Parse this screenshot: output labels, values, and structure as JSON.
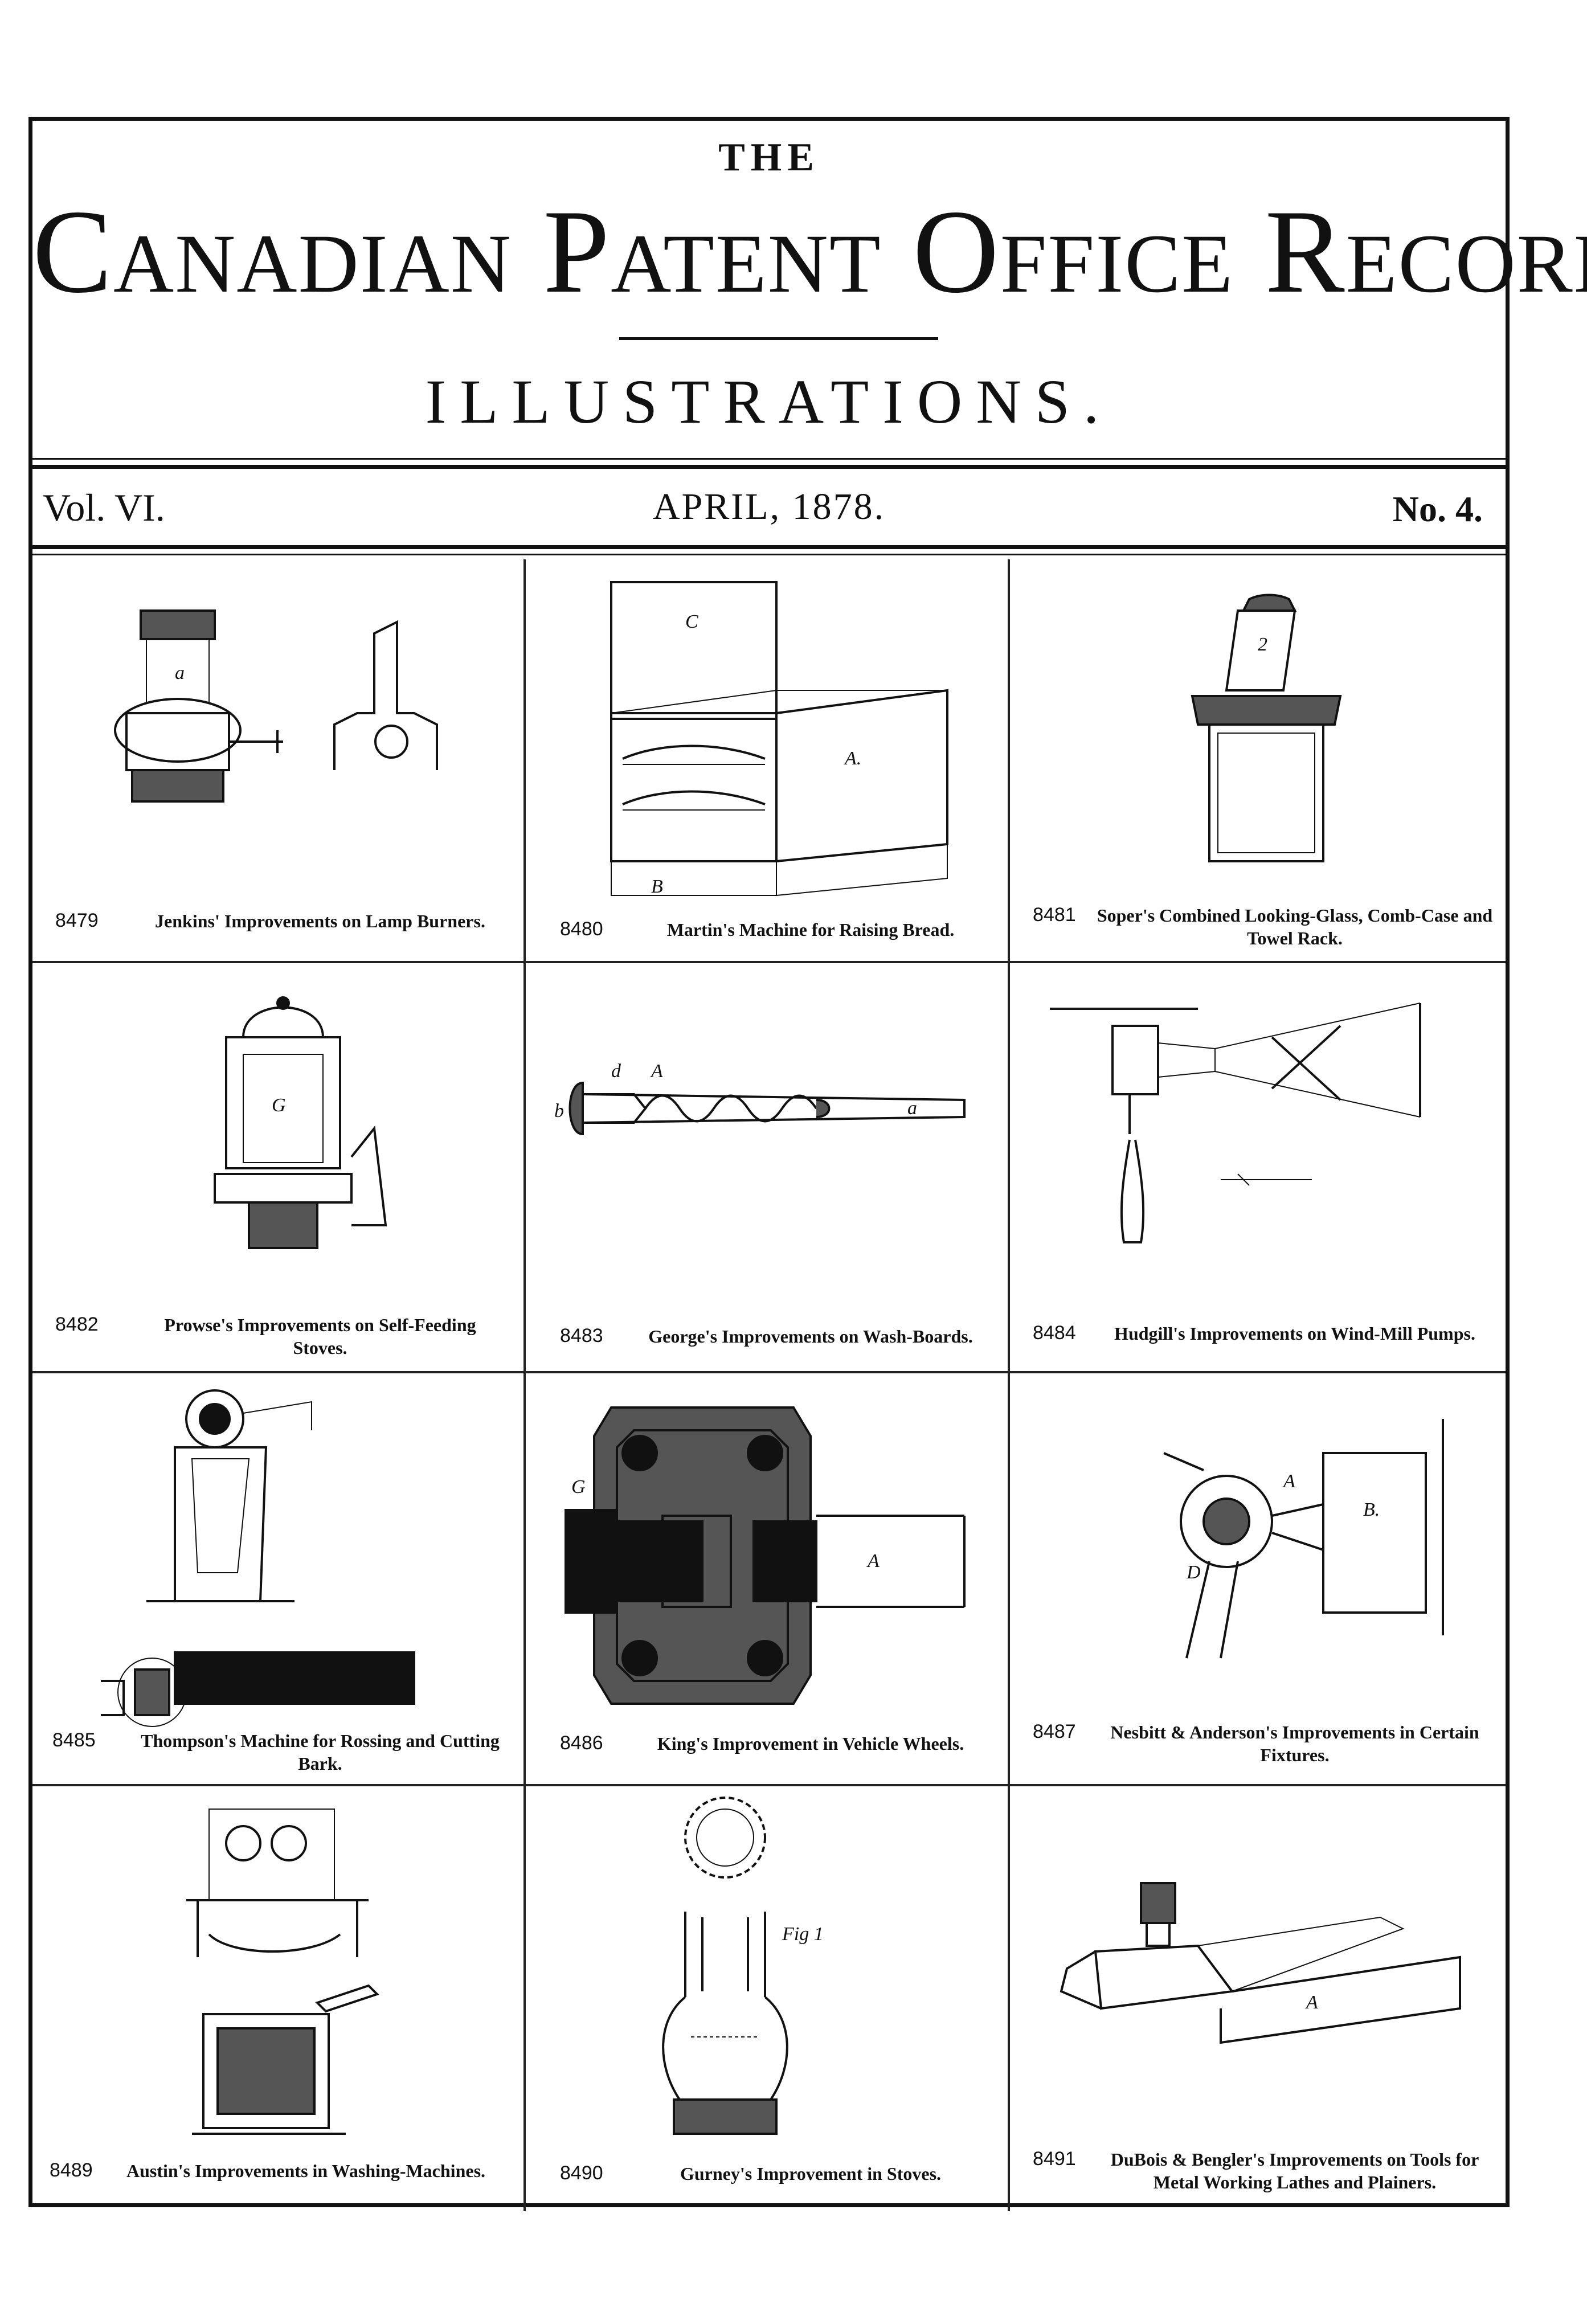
{
  "header": {
    "the": "THE",
    "title": "Canadian Patent Office Record.",
    "subtitle": "ILLUSTRATIONS."
  },
  "issue": {
    "volume": "Vol. VI.",
    "date": "APRIL, 1878.",
    "number": "No. 4."
  },
  "patents": [
    {
      "number": "8479",
      "caption": "Jenkins' Improvements on Lamp Burners."
    },
    {
      "number": "8480",
      "caption": "Martin's Machine for Raising Bread."
    },
    {
      "number": "8481",
      "caption": "Soper's Combined Looking-Glass, Comb-Case and Towel Rack."
    },
    {
      "number": "8482",
      "caption": "Prowse's Improvements on Self-Feeding Stoves."
    },
    {
      "number": "8483",
      "caption": "George's Improvements on Wash-Boards."
    },
    {
      "number": "8484",
      "caption": "Hudgill's Improvements on Wind-Mill Pumps."
    },
    {
      "number": "8485",
      "caption": "Thompson's Machine for Rossing and Cutting Bark."
    },
    {
      "number": "8486",
      "caption": "King's Improvement in Vehicle Wheels."
    },
    {
      "number": "8487",
      "caption": "Nesbitt & Anderson's Improvements in Certain Fixtures."
    },
    {
      "number": "8489",
      "caption": "Austin's Improvements in Washing-Machines."
    },
    {
      "number": "8490",
      "caption": "Gurney's Improvement in Stoves."
    },
    {
      "number": "8491",
      "caption": "DuBois & Bengler's Improvements on Tools for Metal Working Lathes and Plainers."
    }
  ]
}
